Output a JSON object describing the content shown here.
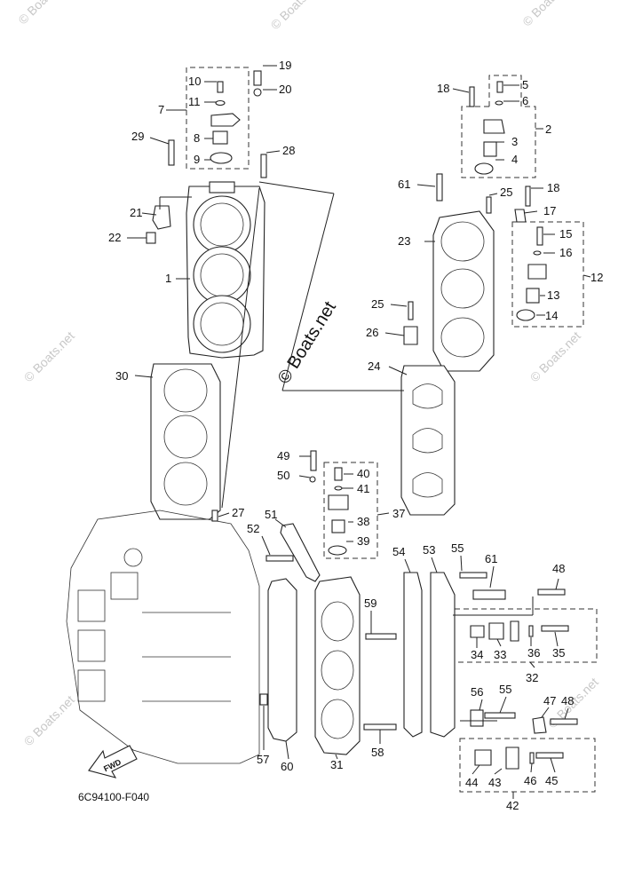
{
  "diagram": {
    "code": "6C94100-F040",
    "fwd_label": "FWD",
    "watermark_big": "© Boats.net",
    "watermark_small": "© Boats.net",
    "labels": [
      "1",
      "2",
      "3",
      "4",
      "5",
      "6",
      "7",
      "8",
      "9",
      "10",
      "11",
      "12",
      "13",
      "14",
      "15",
      "16",
      "17",
      "18",
      "18",
      "19",
      "20",
      "21",
      "22",
      "23",
      "24",
      "25",
      "25",
      "26",
      "27",
      "28",
      "29",
      "30",
      "31",
      "32",
      "33",
      "34",
      "35",
      "36",
      "37",
      "38",
      "39",
      "40",
      "41",
      "42",
      "43",
      "44",
      "45",
      "46",
      "47",
      "48",
      "48",
      "49",
      "50",
      "51",
      "52",
      "53",
      "54",
      "55",
      "55",
      "56",
      "57",
      "58",
      "59",
      "60",
      "61",
      "61"
    ]
  }
}
